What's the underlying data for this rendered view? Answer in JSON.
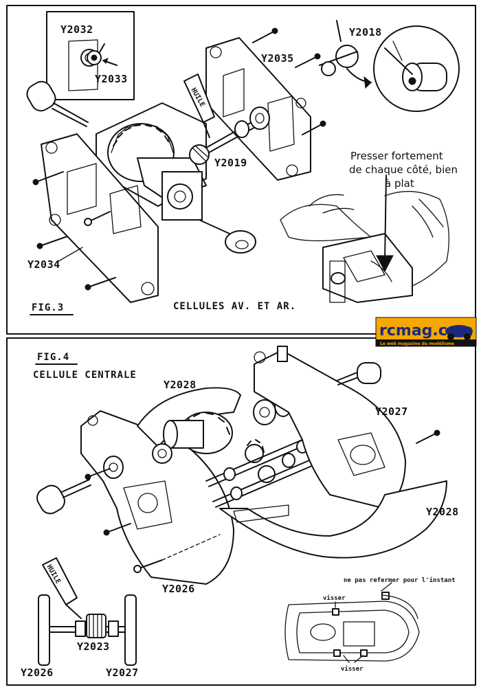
{
  "fig3": {
    "title": "FIG.3",
    "caption": "CELLULES AV. ET AR.",
    "parts": {
      "y2032": "Y2032",
      "y2033": "Y2033",
      "y2035": "Y2035",
      "y2018": "Y2018",
      "y2019": "Y2019",
      "y2034": "Y2034"
    },
    "oil_label": "HUILE",
    "instruction_line1": "Presser fortement",
    "instruction_line2": "de chaque côté, bien",
    "instruction_line3": "à plat"
  },
  "fig4": {
    "title": "FIG.4",
    "subtitle": "CELLULE CENTRALE",
    "parts": {
      "y2028_top": "Y2028",
      "y2027_right": "Y2027",
      "y2028_right": "Y2028",
      "y2026_main": "Y2026",
      "y2023": "Y2023",
      "y2026_bottom": "Y2026",
      "y2027_bottom": "Y2027"
    },
    "oil_label": "HUILE",
    "note_top": "ne pas refermer pour l'instant",
    "screw_label_top": "visser",
    "screw_label_bottom": "visser"
  },
  "logo": {
    "name": "rcmag.com",
    "tagline": "Le web magazine du modélisme",
    "accent_color": "#f5a800",
    "text_color": "#1b2a7a"
  }
}
